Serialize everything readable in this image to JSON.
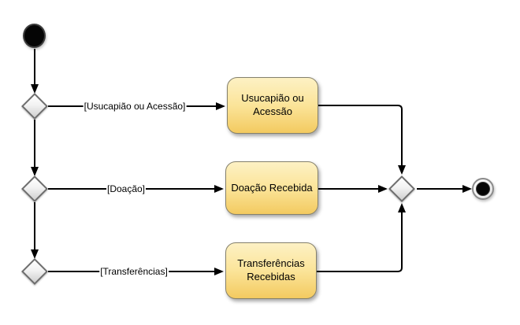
{
  "diagram": {
    "type": "uml-activity-diagram",
    "activities": [
      {
        "id": "usucapiao-acessao",
        "label": "Usucapião ou Acessão"
      },
      {
        "id": "doacao-recebida",
        "label": "Doação Recebida"
      },
      {
        "id": "transferencias-recebidas",
        "label": "Transferências Recebidas"
      }
    ],
    "guards": [
      {
        "id": "guard-usucapiao",
        "label": "[Usucapião ou Acessão]"
      },
      {
        "id": "guard-doacao",
        "label": "[Doação]"
      },
      {
        "id": "guard-transferencias",
        "label": "[Transferências]"
      }
    ],
    "colors": {
      "activity_fill_top": "#FDF1C4",
      "activity_fill_bottom": "#F3CA60",
      "activity_border": "#85816c",
      "decision_fill_top": "#ffffff",
      "decision_fill_bottom": "#cfcfcf",
      "decision_border": "#6e6e6e",
      "line": "#000000",
      "initial_final_fill": "#050505",
      "background": "#ffffff"
    }
  }
}
